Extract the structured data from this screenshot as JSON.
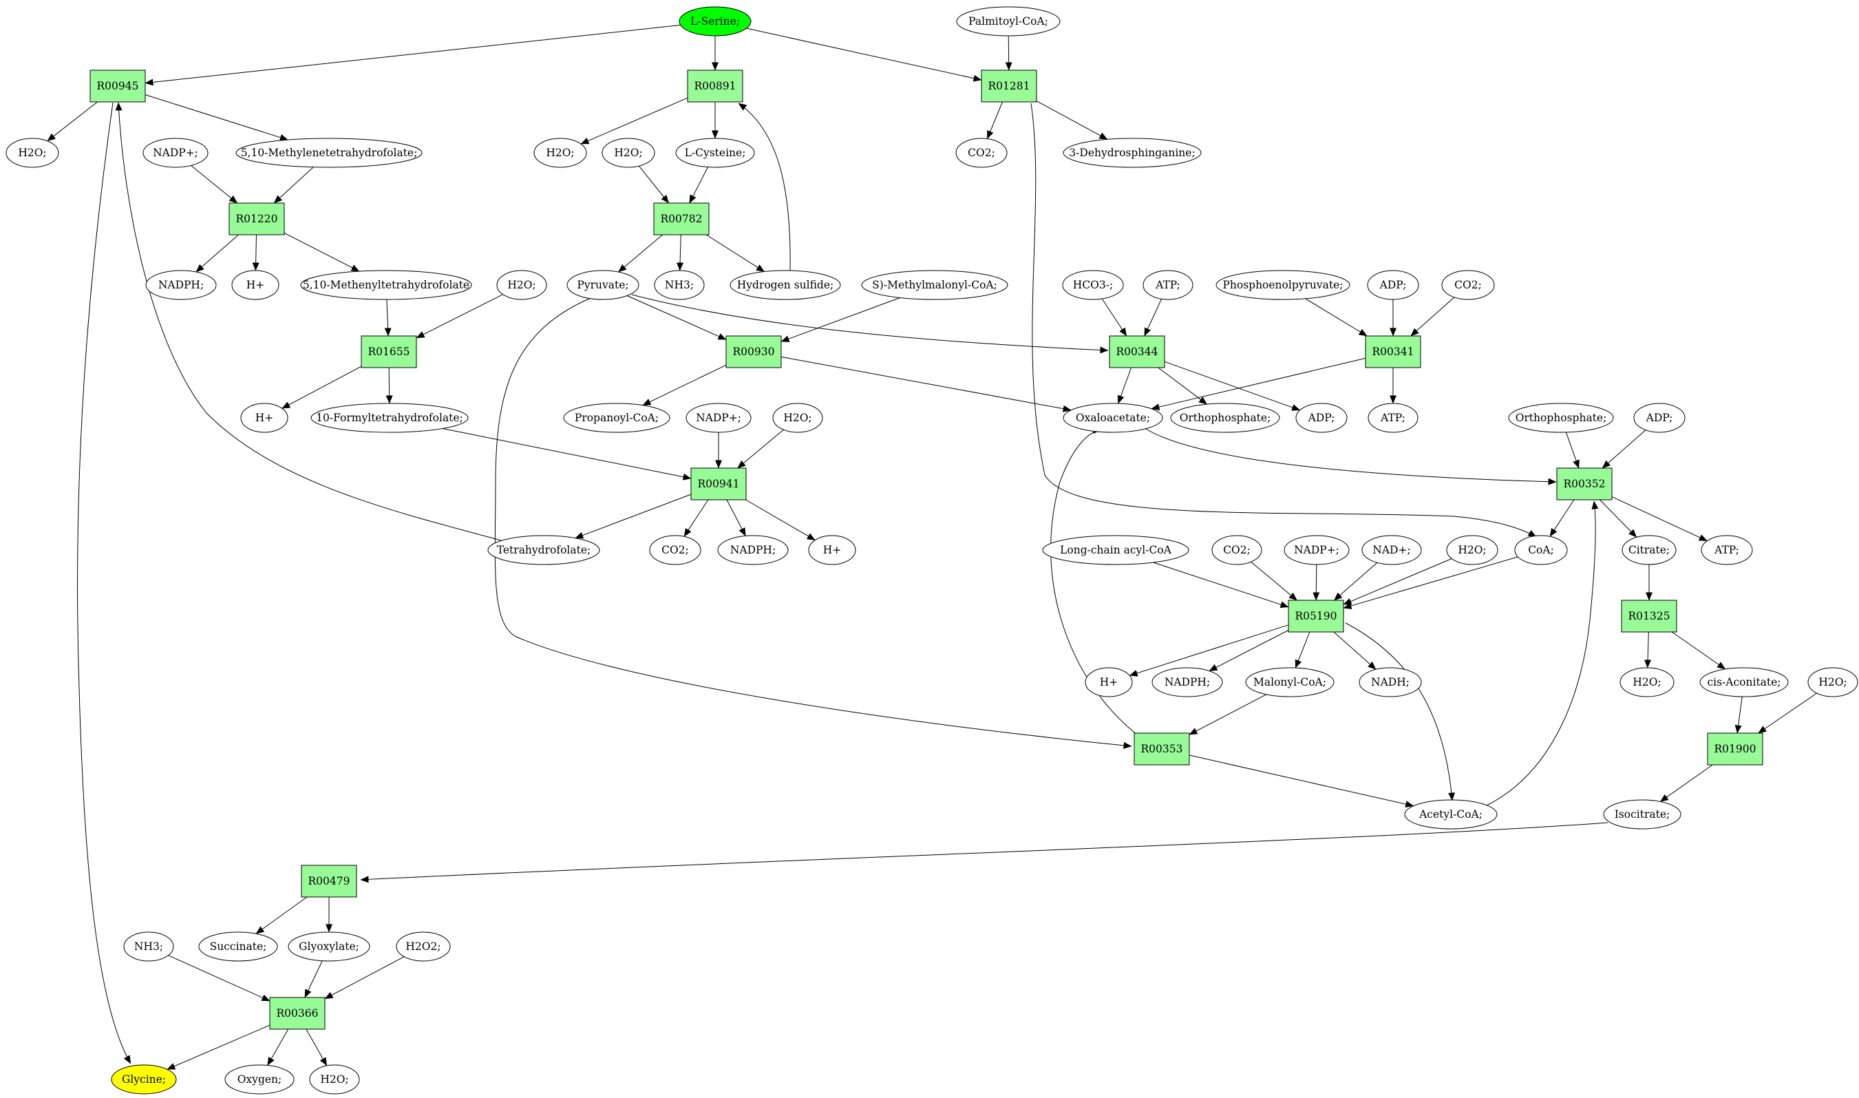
{
  "colors": {
    "reaction": "#98fb98",
    "compound": "#ffffff",
    "start": "#00ff00",
    "target": "#ffff00",
    "edge": "#000000"
  },
  "nodes": {
    "L-Serine": {
      "label": "L-Serine;",
      "kind": "start"
    },
    "Palmitoyl-CoA": {
      "label": "Palmitoyl-CoA;",
      "kind": "compound"
    },
    "R00945": {
      "label": "R00945",
      "kind": "reaction"
    },
    "R00891": {
      "label": "R00891",
      "kind": "reaction"
    },
    "R01281": {
      "label": "R01281",
      "kind": "reaction"
    },
    "H2O_a": {
      "label": "H2O;",
      "kind": "compound"
    },
    "NADP_a": {
      "label": "NADP+;",
      "kind": "compound"
    },
    "MethyleneTHF": {
      "label": "5,10-Methylenetetrahydrofolate;",
      "kind": "compound"
    },
    "H2O_b": {
      "label": "H2O;",
      "kind": "compound"
    },
    "H2O_c": {
      "label": "H2O;",
      "kind": "compound"
    },
    "L-Cysteine": {
      "label": "L-Cysteine;",
      "kind": "compound"
    },
    "CO2_a": {
      "label": "CO2;",
      "kind": "compound"
    },
    "Dehydrosphinganine": {
      "label": "3-Dehydrosphinganine;",
      "kind": "compound"
    },
    "R01220": {
      "label": "R01220",
      "kind": "reaction"
    },
    "R00782": {
      "label": "R00782",
      "kind": "reaction"
    },
    "NADPH_a": {
      "label": "NADPH;",
      "kind": "compound"
    },
    "H_a": {
      "label": "H+",
      "kind": "compound"
    },
    "MethenylTHF": {
      "label": "5,10-Methenyltetrahydrofolate",
      "kind": "compound"
    },
    "H2O_d": {
      "label": "H2O;",
      "kind": "compound"
    },
    "Pyruvate": {
      "label": "Pyruvate;",
      "kind": "compound"
    },
    "NH3_a": {
      "label": "NH3;",
      "kind": "compound"
    },
    "H2S": {
      "label": "Hydrogen sulfide;",
      "kind": "compound"
    },
    "Methylmalonyl": {
      "label": "S)-Methylmalonyl-CoA;",
      "kind": "compound"
    },
    "HCO3": {
      "label": "HCO3-;",
      "kind": "compound"
    },
    "ATP_a": {
      "label": "ATP;",
      "kind": "compound"
    },
    "PEP": {
      "label": "Phosphoenolpyruvate;",
      "kind": "compound"
    },
    "ADP_a": {
      "label": "ADP;",
      "kind": "compound"
    },
    "CO2_b": {
      "label": "CO2;",
      "kind": "compound"
    },
    "R01655": {
      "label": "R01655",
      "kind": "reaction"
    },
    "R00930": {
      "label": "R00930",
      "kind": "reaction"
    },
    "R00344": {
      "label": "R00344",
      "kind": "reaction"
    },
    "R00341": {
      "label": "R00341",
      "kind": "reaction"
    },
    "H_b": {
      "label": "H+",
      "kind": "compound"
    },
    "FormylTHF": {
      "label": "10-Formyltetrahydrofolate;",
      "kind": "compound"
    },
    "PropanoylCoA": {
      "label": "Propanoyl-CoA;",
      "kind": "compound"
    },
    "NADP_b": {
      "label": "NADP+;",
      "kind": "compound"
    },
    "H2O_e": {
      "label": "H2O;",
      "kind": "compound"
    },
    "Oxaloacetate": {
      "label": "Oxaloacetate;",
      "kind": "compound"
    },
    "Orthophosphate_a": {
      "label": "Orthophosphate;",
      "kind": "compound"
    },
    "ADP_b": {
      "label": "ADP;",
      "kind": "compound"
    },
    "ATP_b": {
      "label": "ATP;",
      "kind": "compound"
    },
    "Orthophosphate_b": {
      "label": "Orthophosphate;",
      "kind": "compound"
    },
    "ADP_c": {
      "label": "ADP;",
      "kind": "compound"
    },
    "R00941": {
      "label": "R00941",
      "kind": "reaction"
    },
    "R00352": {
      "label": "R00352",
      "kind": "reaction"
    },
    "THF": {
      "label": "Tetrahydrofolate;",
      "kind": "compound"
    },
    "CO2_c": {
      "label": "CO2;",
      "kind": "compound"
    },
    "NADPH_b": {
      "label": "NADPH;",
      "kind": "compound"
    },
    "H_c": {
      "label": "H+",
      "kind": "compound"
    },
    "LongChain": {
      "label": "Long-chain acyl-CoA",
      "kind": "compound"
    },
    "CO2_d": {
      "label": "CO2;",
      "kind": "compound"
    },
    "NADP_c": {
      "label": "NADP+;",
      "kind": "compound"
    },
    "NAD": {
      "label": "NAD+;",
      "kind": "compound"
    },
    "H2O_f": {
      "label": "H2O;",
      "kind": "compound"
    },
    "CoA": {
      "label": "CoA;",
      "kind": "compound"
    },
    "Citrate": {
      "label": "Citrate;",
      "kind": "compound"
    },
    "ATP_c": {
      "label": "ATP;",
      "kind": "compound"
    },
    "R05190": {
      "label": "R05190",
      "kind": "reaction"
    },
    "R01325": {
      "label": "R01325",
      "kind": "reaction"
    },
    "H_d": {
      "label": "H+",
      "kind": "compound"
    },
    "NADPH_c": {
      "label": "NADPH;",
      "kind": "compound"
    },
    "MalonylCoA": {
      "label": "Malonyl-CoA;",
      "kind": "compound"
    },
    "NADH": {
      "label": "NADH;",
      "kind": "compound"
    },
    "H2O_g": {
      "label": "H2O;",
      "kind": "compound"
    },
    "cisAconitate": {
      "label": "cis-Aconitate;",
      "kind": "compound"
    },
    "H2O_h": {
      "label": "H2O;",
      "kind": "compound"
    },
    "R00353": {
      "label": "R00353",
      "kind": "reaction"
    },
    "R01900": {
      "label": "R01900",
      "kind": "reaction"
    },
    "AcetylCoA": {
      "label": "Acetyl-CoA;",
      "kind": "compound"
    },
    "Isocitrate": {
      "label": "Isocitrate;",
      "kind": "compound"
    },
    "R00479": {
      "label": "R00479",
      "kind": "reaction"
    },
    "NH3_b": {
      "label": "NH3;",
      "kind": "compound"
    },
    "Succinate": {
      "label": "Succinate;",
      "kind": "compound"
    },
    "Glyoxylate": {
      "label": "Glyoxylate;",
      "kind": "compound"
    },
    "H2O2": {
      "label": "H2O2;",
      "kind": "compound"
    },
    "R00366": {
      "label": "R00366",
      "kind": "reaction"
    },
    "Glycine": {
      "label": "Glycine;",
      "kind": "target"
    },
    "Oxygen": {
      "label": "Oxygen;",
      "kind": "compound"
    },
    "H2O_i": {
      "label": "H2O;",
      "kind": "compound"
    }
  },
  "edges": [
    [
      "L-Serine",
      "R00945"
    ],
    [
      "L-Serine",
      "R00891"
    ],
    [
      "L-Serine",
      "R01281"
    ],
    [
      "Palmitoyl-CoA",
      "R01281"
    ],
    [
      "R00945",
      "H2O_a"
    ],
    [
      "R00945",
      "MethyleneTHF"
    ],
    [
      "R00945",
      "Glycine"
    ],
    [
      "R00891",
      "H2O_b"
    ],
    [
      "R00891",
      "L-Cysteine"
    ],
    [
      "R01281",
      "CO2_a"
    ],
    [
      "R01281",
      "Dehydrosphinganine"
    ],
    [
      "R01281",
      "CoA"
    ],
    [
      "NADP_a",
      "R01220"
    ],
    [
      "MethyleneTHF",
      "R01220"
    ],
    [
      "R01220",
      "NADPH_a"
    ],
    [
      "R01220",
      "H_a"
    ],
    [
      "R01220",
      "MethenylTHF"
    ],
    [
      "H2O_c",
      "R00782"
    ],
    [
      "L-Cysteine",
      "R00782"
    ],
    [
      "R00782",
      "Pyruvate"
    ],
    [
      "R00782",
      "NH3_a"
    ],
    [
      "R00782",
      "H2S"
    ],
    [
      "H2S",
      "R00891"
    ],
    [
      "MethenylTHF",
      "R01655"
    ],
    [
      "H2O_d",
      "R01655"
    ],
    [
      "R01655",
      "H_b"
    ],
    [
      "R01655",
      "FormylTHF"
    ],
    [
      "Pyruvate",
      "R00930"
    ],
    [
      "Methylmalonyl",
      "R00930"
    ],
    [
      "Pyruvate",
      "R00344"
    ],
    [
      "Pyruvate",
      "R00353"
    ],
    [
      "HCO3",
      "R00344"
    ],
    [
      "ATP_a",
      "R00344"
    ],
    [
      "PEP",
      "R00341"
    ],
    [
      "ADP_a",
      "R00341"
    ],
    [
      "CO2_b",
      "R00341"
    ],
    [
      "R00930",
      "PropanoylCoA"
    ],
    [
      "R00930",
      "Oxaloacetate"
    ],
    [
      "R00344",
      "Oxaloacetate"
    ],
    [
      "R00344",
      "Orthophosphate_a"
    ],
    [
      "R00344",
      "ADP_b"
    ],
    [
      "R00341",
      "Oxaloacetate"
    ],
    [
      "R00341",
      "ATP_b"
    ],
    [
      "FormylTHF",
      "R00941"
    ],
    [
      "NADP_b",
      "R00941"
    ],
    [
      "H2O_e",
      "R00941"
    ],
    [
      "R00941",
      "THF"
    ],
    [
      "R00941",
      "CO2_c"
    ],
    [
      "R00941",
      "NADPH_b"
    ],
    [
      "R00941",
      "H_c"
    ],
    [
      "THF",
      "R00945"
    ],
    [
      "Oxaloacetate",
      "R00352"
    ],
    [
      "Orthophosphate_b",
      "R00352"
    ],
    [
      "ADP_c",
      "R00352"
    ],
    [
      "R00352",
      "CoA"
    ],
    [
      "R00352",
      "Citrate"
    ],
    [
      "R00352",
      "ATP_c"
    ],
    [
      "LongChain",
      "R05190"
    ],
    [
      "CO2_d",
      "R05190"
    ],
    [
      "NADP_c",
      "R05190"
    ],
    [
      "NAD",
      "R05190"
    ],
    [
      "H2O_f",
      "R05190"
    ],
    [
      "CoA",
      "R05190"
    ],
    [
      "R05190",
      "H_d"
    ],
    [
      "R05190",
      "NADPH_c"
    ],
    [
      "R05190",
      "MalonylCoA"
    ],
    [
      "R05190",
      "NADH"
    ],
    [
      "R05190",
      "AcetylCoA"
    ],
    [
      "Citrate",
      "R01325"
    ],
    [
      "R01325",
      "H2O_g"
    ],
    [
      "R01325",
      "cisAconitate"
    ],
    [
      "MalonylCoA",
      "R00353"
    ],
    [
      "R00353",
      "Oxaloacetate"
    ],
    [
      "R00353",
      "AcetylCoA"
    ],
    [
      "AcetylCoA",
      "R00352"
    ],
    [
      "cisAconitate",
      "R01900"
    ],
    [
      "H2O_h",
      "R01900"
    ],
    [
      "R01900",
      "Isocitrate"
    ],
    [
      "Isocitrate",
      "R00479"
    ],
    [
      "R00479",
      "Succinate"
    ],
    [
      "R00479",
      "Glyoxylate"
    ],
    [
      "NH3_b",
      "R00366"
    ],
    [
      "Glyoxylate",
      "R00366"
    ],
    [
      "H2O2",
      "R00366"
    ],
    [
      "R00366",
      "Glycine"
    ],
    [
      "R00366",
      "Oxygen"
    ],
    [
      "R00366",
      "H2O_i"
    ]
  ]
}
